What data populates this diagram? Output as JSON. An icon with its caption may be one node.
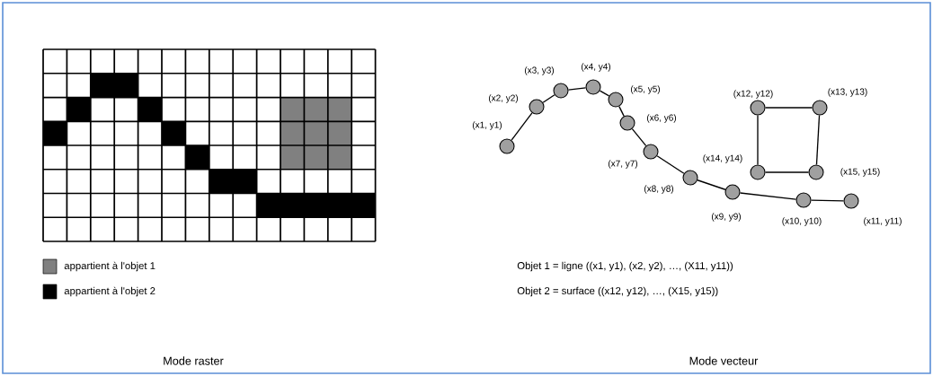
{
  "diagram": {
    "nodes": [
      {
        "text": [],
        "shape": "circle",
        "beside": [
          "(x1, y1)"
        ]
      },
      {
        "text": [],
        "shape": "circle",
        "beside": [
          "(x2, y2)"
        ]
      },
      {
        "text": [],
        "shape": "circle",
        "beside": [
          "(x3, y3)"
        ]
      },
      {
        "text": [],
        "shape": "circle",
        "beside": [
          "(x4, y4)"
        ]
      },
      {
        "text": [],
        "shape": "circle",
        "beside": [
          "(x5, y5)"
        ]
      },
      {
        "text": [],
        "shape": "circle",
        "beside": [
          "(x6, y6)"
        ]
      },
      {
        "text": [],
        "shape": "circle",
        "beside": [
          "(x7, y7)"
        ]
      },
      {
        "text": [],
        "shape": "circle",
        "beside": [
          "(x8, y8)"
        ]
      },
      {
        "text": [],
        "shape": "circle",
        "beside": [
          "(x9, y9)"
        ]
      },
      {
        "text": [],
        "shape": "circle",
        "beside": [
          "(x10, y10)"
        ]
      },
      {
        "text": [],
        "shape": "circle",
        "beside": [
          "(x11, y11)"
        ]
      },
      {
        "text": [],
        "shape": "circle",
        "beside": [
          "(x12, y12)"
        ]
      },
      {
        "text": [],
        "shape": "circle",
        "beside": [
          "(x13, y13)"
        ]
      },
      {
        "text": [],
        "shape": "circle",
        "beside": [
          "(x14, y14)"
        ]
      },
      {
        "text": [],
        "shape": "circle",
        "beside": [
          "(x15, y15)"
        ]
      }
    ],
    "edges": [
      {
        "from": 0,
        "to": 1,
        "arrow": "none"
      },
      {
        "from": 1,
        "to": 2,
        "arrow": "none"
      },
      {
        "from": 2,
        "to": 3,
        "arrow": "none"
      },
      {
        "from": 3,
        "to": 4,
        "arrow": "none"
      },
      {
        "from": 4,
        "to": 5,
        "arrow": "none"
      },
      {
        "from": 5,
        "to": 6,
        "arrow": "none"
      },
      {
        "from": 6,
        "to": 7,
        "arrow": "none"
      },
      {
        "from": 7,
        "to": 8,
        "arrow": "none"
      },
      {
        "from": 8,
        "to": 9,
        "arrow": "none"
      },
      {
        "from": 9,
        "to": 10,
        "arrow": "none"
      },
      {
        "from": 11,
        "to": 12,
        "arrow": "none"
      },
      {
        "from": 12,
        "to": 14,
        "arrow": "none"
      },
      {
        "from": 14,
        "to": 13,
        "arrow": "none"
      },
      {
        "from": 13,
        "to": 11,
        "arrow": "none"
      }
    ],
    "labels": [
      "Objet 1 = ligne ((x1, y1), (x2, y2), …, (X11, y11))",
      "Objet 2 = surface ((x12, y12), …, (X15, y15))",
      "Mode raster",
      "Mode vecteur"
    ],
    "legend": [
      {
        "text": "appartient à l'objet 1",
        "color": "#808080"
      },
      {
        "text": "appartient à l'objet 2",
        "color": "#000000"
      }
    ]
  }
}
